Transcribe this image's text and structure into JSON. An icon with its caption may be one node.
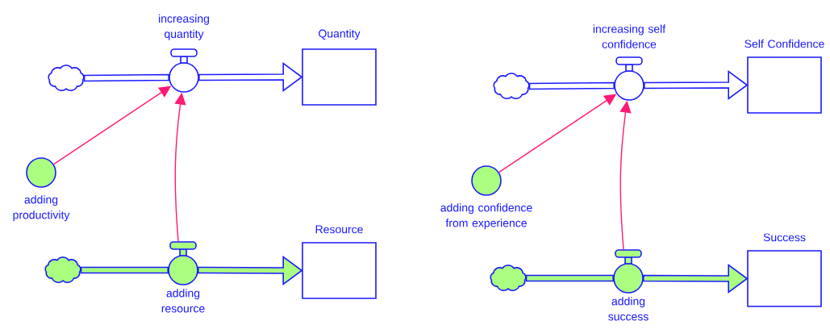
{
  "diagram": {
    "nodes": [
      {
        "text": [],
        "shape": "cloud"
      },
      {
        "text": [
          "increasing quantity"
        ]
      },
      {
        "text": [
          "Quantity"
        ]
      },
      {
        "text": [
          "adding productivity"
        ]
      },
      {
        "text": [],
        "shape": "cloud"
      },
      {
        "text": [
          "adding resource"
        ]
      },
      {
        "text": [
          "Resource"
        ]
      },
      {
        "text": [],
        "shape": "cloud"
      },
      {
        "text": [
          "increasing self confidence"
        ]
      },
      {
        "text": [
          "Self Confidence"
        ]
      },
      {
        "text": [
          "adding confidence from experience"
        ]
      },
      {
        "text": [],
        "shape": "cloud"
      },
      {
        "text": [
          "adding success"
        ]
      },
      {
        "text": [
          "Success"
        ]
      }
    ],
    "edges": [
      {
        "from": 0,
        "to": 1,
        "arrow": "none"
      },
      {
        "from": 1,
        "to": 2,
        "arrow": "to"
      },
      {
        "from": 4,
        "to": 5,
        "arrow": "none"
      },
      {
        "from": 5,
        "to": 6,
        "arrow": "to"
      },
      {
        "from": 3,
        "to": 1,
        "arrow": "to",
        "color": "#ff1a75"
      },
      {
        "from": 5,
        "to": 1,
        "arrow": "to",
        "color": "#ff1a75"
      },
      {
        "from": 7,
        "to": 8,
        "arrow": "none"
      },
      {
        "from": 8,
        "to": 9,
        "arrow": "to"
      },
      {
        "from": 11,
        "to": 12,
        "arrow": "none"
      },
      {
        "from": 12,
        "to": 13,
        "arrow": "to"
      },
      {
        "from": 10,
        "to": 8,
        "arrow": "to",
        "color": "#ff1a75"
      },
      {
        "from": 12,
        "to": 8,
        "arrow": "to",
        "color": "#ff1a75"
      }
    ]
  }
}
